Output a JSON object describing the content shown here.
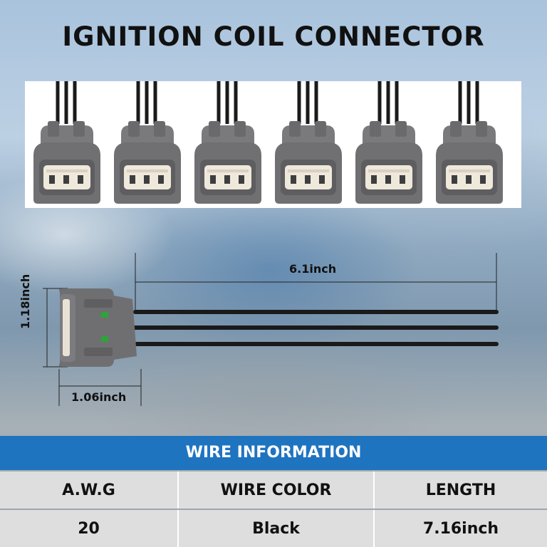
{
  "title": "IGNITION COIL CONNECTOR",
  "dimensions": {
    "length": "6.1inch",
    "height": "1.18inch",
    "width": "1.06inch"
  },
  "wire_info": {
    "header": "WIRE INFORMATION",
    "columns": [
      "A.W.G",
      "WIRE COLOR",
      "LENGTH"
    ],
    "values": [
      "20",
      "Black",
      "7.16inch"
    ]
  },
  "colors": {
    "band": "#1f74c0",
    "connector": "#6f6f72",
    "wire": "#1a1a1a"
  }
}
